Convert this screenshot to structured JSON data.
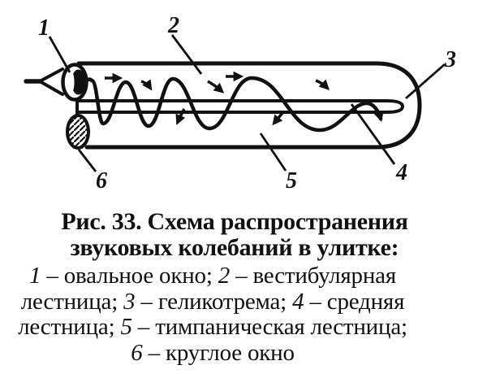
{
  "figure": {
    "labels": {
      "l1": "1",
      "l2": "2",
      "l3": "3",
      "l4": "4",
      "l5": "5",
      "l6": "6"
    }
  },
  "caption": {
    "title_line1": "Рис. 33. Схема распространения",
    "title_line2": "звуковых колебаний в улитке:",
    "legend": {
      "line1": {
        "n1": "1",
        "t1": " – овальное окно; ",
        "n2": "2",
        "t2": " – вестибулярная"
      },
      "line2": {
        "t0": "лестница; ",
        "n1": "3",
        "t1": " – геликотрема; ",
        "n2": "4",
        "t2": " – средняя"
      },
      "line3": {
        "t0": "лестница; ",
        "n1": "5",
        "t1": " – тимпаническая лестница;"
      },
      "line4": {
        "n1": "6",
        "t1": " – круглое окно"
      }
    }
  },
  "colors": {
    "ink": "#111111",
    "background": "#ffffff"
  }
}
